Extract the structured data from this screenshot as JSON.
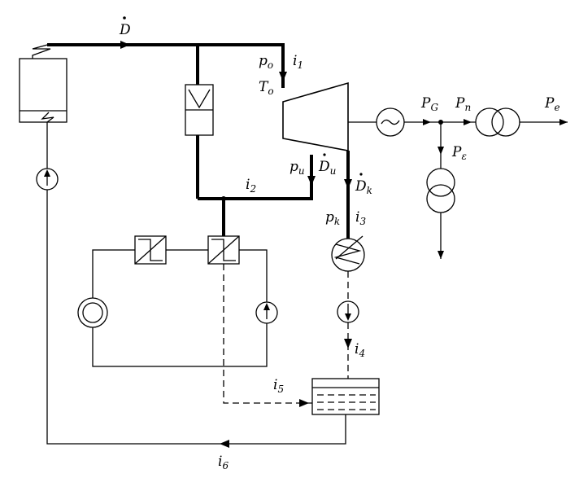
{
  "labels": {
    "steam_flow": {
      "main": "D",
      "sub": ""
    },
    "p0": {
      "main": "p",
      "sub": "o"
    },
    "t0": {
      "main": "T",
      "sub": "o"
    },
    "i1": {
      "main": "i",
      "sub": "1"
    },
    "i2": {
      "main": "i",
      "sub": "2"
    },
    "pu": {
      "main": "p",
      "sub": "u"
    },
    "du": {
      "main": "D",
      "sub": "u"
    },
    "dk": {
      "main": "D",
      "sub": "k"
    },
    "pk": {
      "main": "p",
      "sub": "k"
    },
    "i3": {
      "main": "i",
      "sub": "3"
    },
    "i4": {
      "main": "i",
      "sub": "4"
    },
    "i5": {
      "main": "i",
      "sub": "5"
    },
    "i6": {
      "main": "i",
      "sub": "6"
    },
    "pg": {
      "main": "P",
      "sub": "G"
    },
    "pn": {
      "main": "P",
      "sub": "n"
    },
    "pe": {
      "main": "P",
      "sub": "e"
    },
    "peps": {
      "main": "P",
      "sub": "ε"
    }
  }
}
